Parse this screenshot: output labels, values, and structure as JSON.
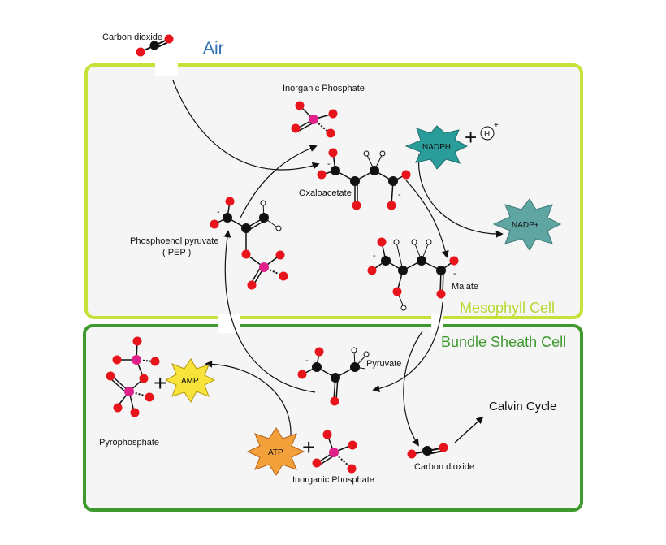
{
  "regions": {
    "air": "Air",
    "mesophyll": "Mesophyll Cell",
    "bundle_sheath": "Bundle Sheath Cell"
  },
  "molecules": {
    "co2_air": "Carbon dioxide",
    "phosphate_top": "Inorganic Phosphate",
    "oxaloacetate": "Oxaloacetate",
    "pep_line1": "Phosphoenol pyruvate",
    "pep_line2": "( PEP )",
    "malate": "Malate",
    "pyruvate": "Pyruvate",
    "pyrophosphate": "Pyrophosphate",
    "phosphate_bottom": "Inorganic Phosphate",
    "co2_bundle": "Carbon dioxide",
    "calvin": "Calvin Cycle"
  },
  "cofactors": {
    "nadph": "NADPH",
    "nadp": "NADP+",
    "h": "H",
    "h_charge": "+",
    "atp": "ATP",
    "amp": "AMP",
    "plus": "+",
    "minus": "-",
    "double_minus": "="
  },
  "colors": {
    "mesophyll_border": "#c6e23a",
    "bundle_border": "#3f9a2e",
    "air_text": "#2e6eb5",
    "mesophyll_text": "#b7d931",
    "bundle_text": "#3f9a2e",
    "cell_fill": "#f5f5f5",
    "oxygen": "#e8141c",
    "carbon": "#111111",
    "phosphorus": "#e0218a",
    "nadph_fill": "#2a9d9a",
    "nadp_fill": "#5fa6a3",
    "energy_fill": "#f7e33a",
    "atp_fill": "#f2a13a"
  }
}
